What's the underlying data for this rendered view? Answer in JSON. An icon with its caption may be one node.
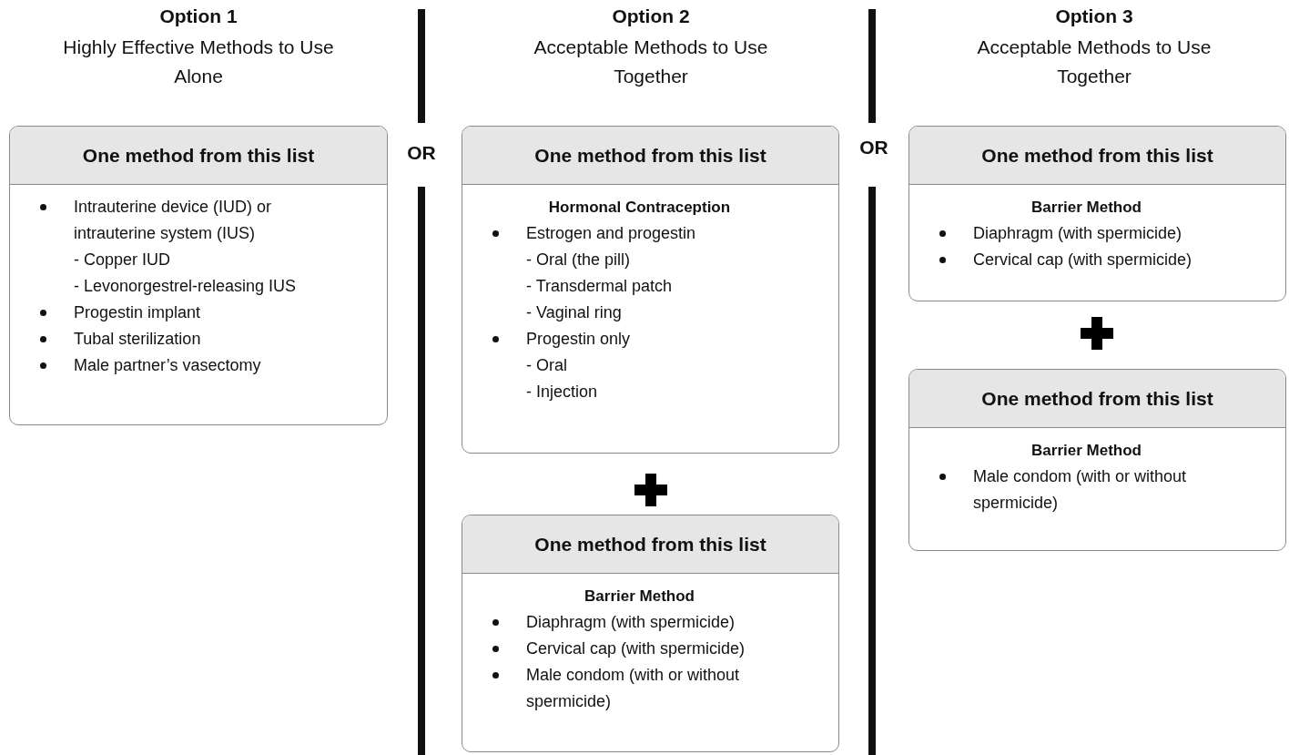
{
  "diagram": {
    "nodes": [
      {
        "text": [
          "One method from this list",
          "Intrauterine device (IUD) or intrauterine system (IUS)",
          "- Copper IUD",
          "- Levonorgestrel-releasing IUS",
          "Progestin implant",
          "Tubal sterilization",
          "Male partner’s vasectomy"
        ]
      },
      {
        "text": [
          "One method from this list",
          "Hormonal Contraception",
          "Estrogen and progestin",
          "- Oral (the pill)",
          "- Transdermal patch",
          "- Vaginal ring",
          "Progestin only",
          "- Oral",
          "- Injection"
        ]
      },
      {
        "text": [
          "One method from this list",
          "Barrier Method",
          "Diaphragm (with spermicide)",
          "Cervical cap (with spermicide)",
          "Male condom (with or without spermicide)"
        ]
      },
      {
        "text": [
          "One method from this list",
          "Barrier Method",
          "Diaphragm (with spermicide)",
          "Cervical cap (with spermicide)"
        ]
      },
      {
        "text": [
          "One method from this list",
          "Barrier Method",
          "Male condom (with or without spermicide)"
        ]
      }
    ],
    "labels": [
      "Option 1",
      "Highly Effective Methods to Use Alone",
      "OR",
      "Option 2",
      "Acceptable Methods to Use Together",
      "OR",
      "Option 3",
      "Acceptable Methods to Use Together"
    ]
  }
}
